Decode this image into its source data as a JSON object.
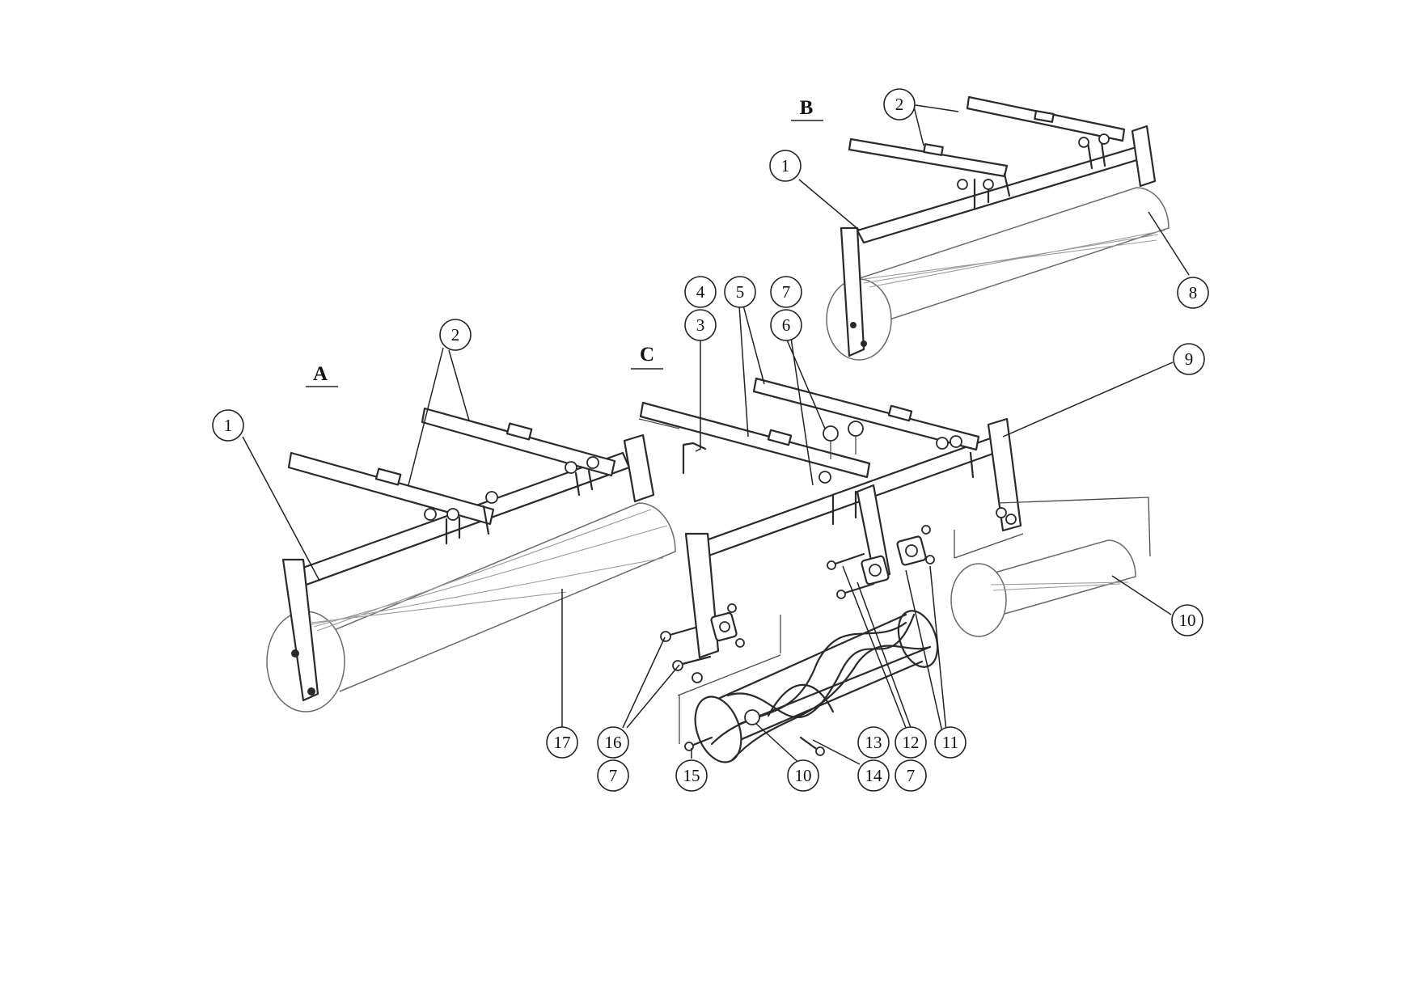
{
  "views": [
    {
      "id": "A",
      "label": "A"
    },
    {
      "id": "B",
      "label": "B"
    },
    {
      "id": "C",
      "label": "C"
    }
  ],
  "callouts": {
    "a1": "1",
    "a2": "2",
    "a17": "17",
    "b1": "1",
    "b2": "2",
    "b8": "8",
    "c3": "3",
    "c4": "4",
    "c5": "5",
    "c6": "6",
    "c7a": "7",
    "c9": "9",
    "c10a": "10",
    "c10b": "10",
    "c11": "11",
    "c12": "12",
    "c13": "13",
    "c14": "14",
    "c15": "15",
    "c16": "16",
    "c7b": "7",
    "c7c": "7"
  }
}
